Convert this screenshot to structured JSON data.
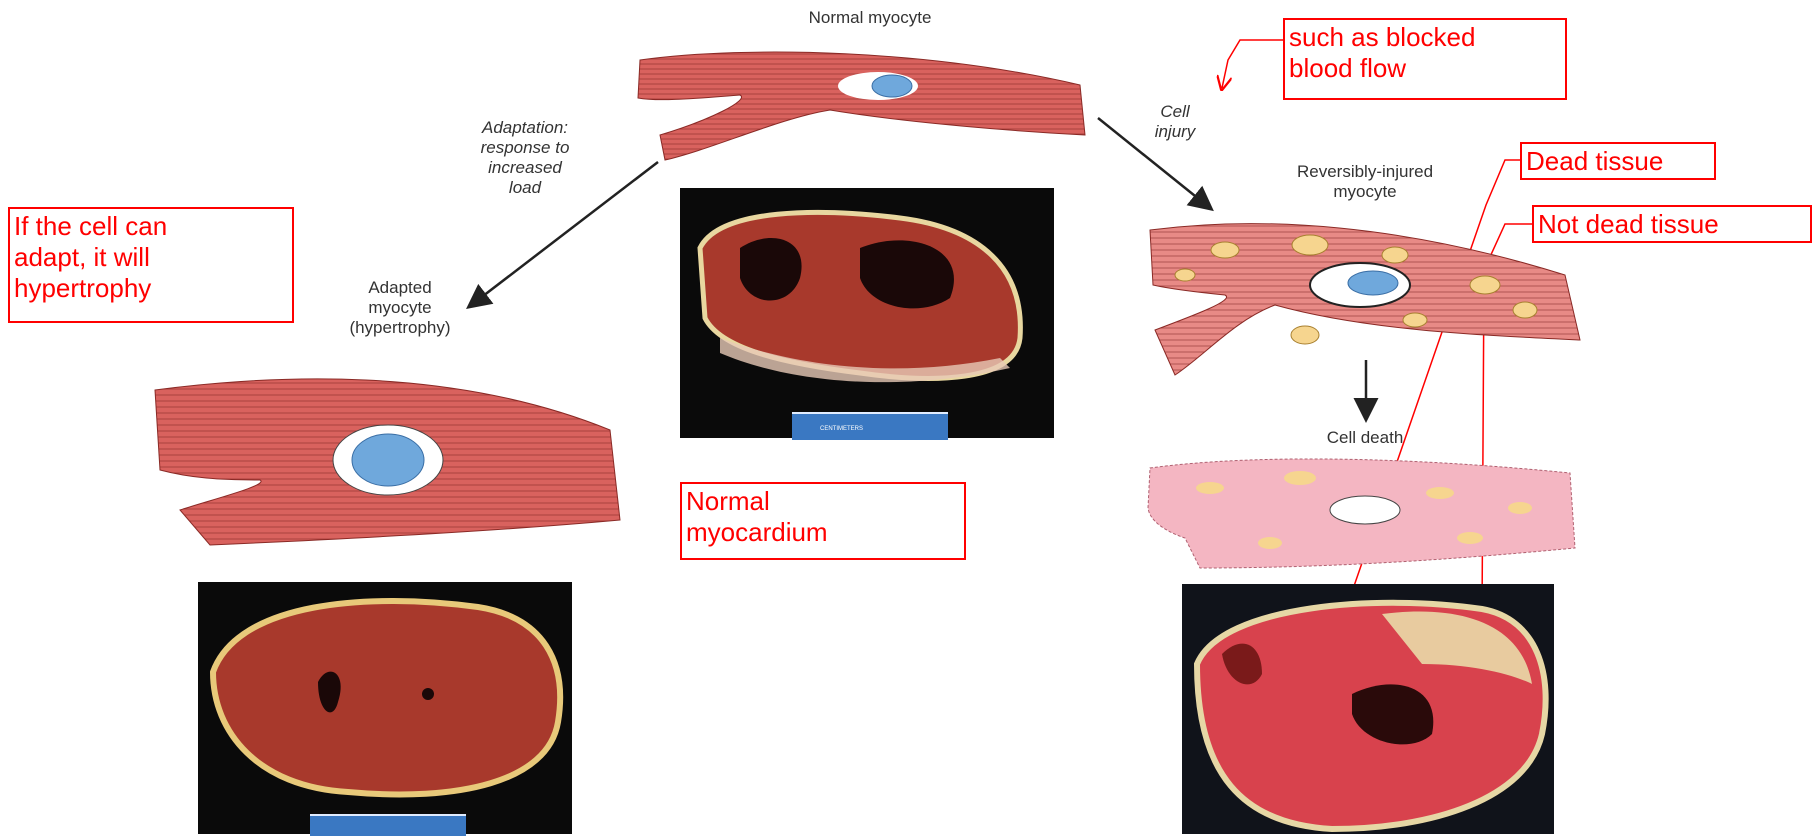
{
  "labels": {
    "normal_myocyte": "Normal myocyte",
    "adaptation": "Adaptation:\nresponse to\nincreased\nload",
    "cell_injury": "Cell\ninjury",
    "adapted_myocyte": "Adapted\nmyocyte\n(hypertrophy)",
    "reversibly_injured": "Reversibly-injured\nmyocyte",
    "cell_death": "Cell death",
    "ruler_text": "CENTIMETERS"
  },
  "annotations": {
    "blocked": "such as blocked\nblood flow",
    "dead_tissue": "Dead tissue",
    "not_dead_tissue": "Not dead tissue",
    "adapt": "If the cell can\nadapt, it will\nhypertrophy",
    "normal_myocardium": "Normal\nmyocardium"
  },
  "colors": {
    "annotation": "#ff0000",
    "muscle": "#d9625e",
    "muscle_light": "#e88a86",
    "dead_cell": "#f4b6c2",
    "vacuole": "#f6d58f",
    "nucleus": "#6fa8dc",
    "photo_bg": "#0a0a0a",
    "tissue": "#a8392c"
  },
  "icons": [
    "arrow-icon",
    "down-arrow-icon",
    "ruler-icon"
  ]
}
